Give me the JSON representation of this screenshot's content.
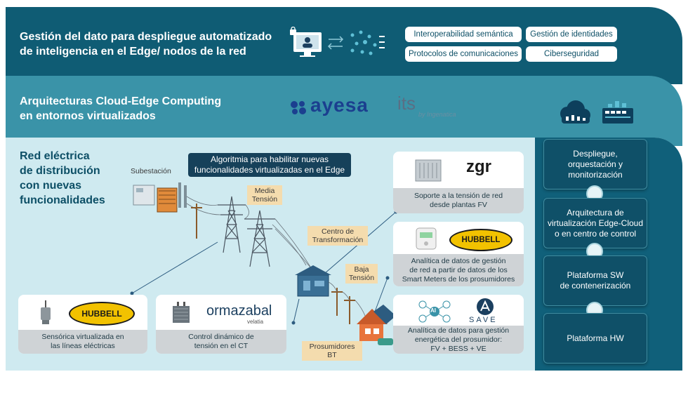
{
  "header": {
    "title_line1": "Gestión del dato para despliegue automatizado",
    "title_line2": "de inteligencia en el Edge/ nodos de la red",
    "pills": [
      "Interoperabilidad semántica",
      "Gestión de identidades",
      "Protocolos de comunicaciones",
      "Ciberseguridad"
    ]
  },
  "band2": {
    "title_line1": "Arquitecturas Cloud-Edge Computing",
    "title_line2": "en entornos virtualizados",
    "ayesa": "ayesa",
    "its": "its",
    "its_sub": "by Ingenatica"
  },
  "band3": {
    "title_line1": "Red eléctrica",
    "title_line2": "de distribución",
    "title_line3": "con nuevas",
    "title_line4": "funcionalidades"
  },
  "algo": {
    "line1": "Algoritmia para habilitar nuevas",
    "line2": "funcionalidades virtualizadas en el Edge"
  },
  "labels": {
    "subestacion": "Subestación",
    "media1": "Media",
    "media2": "Tensión",
    "centro1": "Centro de",
    "centro2": "Transformación",
    "baja1": "Baja",
    "baja2": "Tensión",
    "prosumidores": "Prosumidores BT"
  },
  "cards": {
    "hubbell1_logo": "HUBBELL",
    "hubbell1_cap1": "Sensórica virtualizada en",
    "hubbell1_cap2": "las líneas eléctricas",
    "ormazabal_logo": "ormazabal",
    "ormazabal_sub": "velatia",
    "ormazabal_cap1": "Control dinámico de",
    "ormazabal_cap2": "tensión en el CT",
    "zgr_logo": "zgr",
    "zgr_cap1": "Soporte a la tensión de red",
    "zgr_cap2": "desde plantas FV",
    "hubbell2_logo": "HUBBELL",
    "hubbell2_cap1": "Analítica de datos de gestión",
    "hubbell2_cap2": "de red a partir de datos de los",
    "hubbell2_cap3": "Smart Meters de los prosumidores",
    "save_logo": "SAVE",
    "save_ai": "AI",
    "save_cap1": "Analítica de datos para gestión",
    "save_cap2": "energética del prosumidor:",
    "save_cap3": "FV + BESS + VE"
  },
  "right": {
    "box1_l1": "Despliegue,",
    "box1_l2": "orquestación y",
    "box1_l3": "monitorización",
    "box2_l1": "Arquitectura de",
    "box2_l2": "virtualización Edge-Cloud",
    "box2_l3": "o en centro de control",
    "box3_l1": "Plataforma SW",
    "box3_l2": "de contenerización",
    "box4_l1": "Plataforma HW"
  },
  "colors": {
    "band1": "#0f5c74",
    "band2": "#3a93a8",
    "band3": "#cfeaf0",
    "rightcol": "#10607a",
    "ayesa": "#1b3f8f"
  }
}
